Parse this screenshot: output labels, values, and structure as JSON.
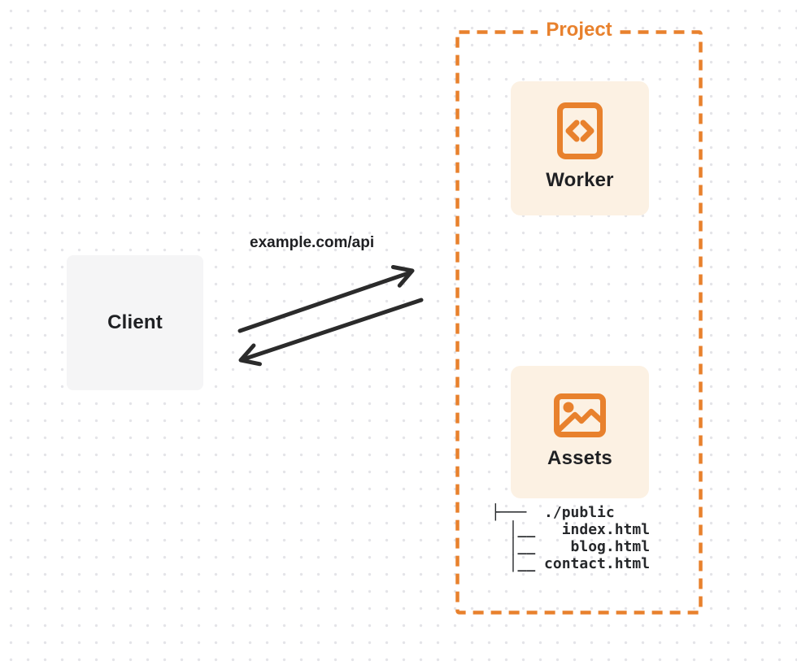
{
  "colors": {
    "accent_orange": "#e8812d",
    "card_background": "#fcf1e3",
    "client_background": "#f5f5f6",
    "arrow_color": "#2b2b2b",
    "text_dark": "#1f2023",
    "dot_grid": "#e4e4e8"
  },
  "client": {
    "label": "Client"
  },
  "request": {
    "url_label": "example.com/api"
  },
  "project": {
    "title": "Project",
    "worker": {
      "label": "Worker",
      "icon": "code-document-icon"
    },
    "assets": {
      "label": "Assets",
      "icon": "image-icon"
    },
    "file_tree": [
      "├───  ./public",
      "  │__   index.html",
      "  │__    blog.html",
      "  │__ contact.html"
    ]
  }
}
